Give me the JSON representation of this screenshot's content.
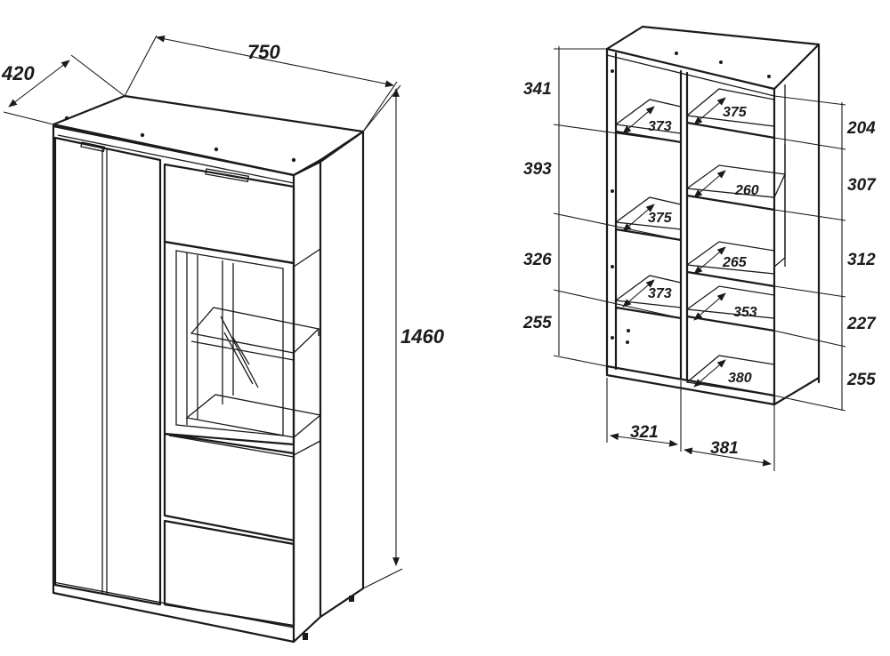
{
  "cabinet": {
    "dimensions": {
      "depth": "420",
      "width": "750",
      "height": "1460"
    }
  },
  "shelving": {
    "left_heights": [
      "341",
      "393",
      "326",
      "255"
    ],
    "right_heights": [
      "204",
      "307",
      "312",
      "227",
      "255"
    ],
    "left_depths": [
      "373",
      "375",
      "373"
    ],
    "right_depths": [
      "375",
      "260",
      "265",
      "353",
      "380"
    ],
    "bottom_widths": [
      "321",
      "381"
    ]
  }
}
